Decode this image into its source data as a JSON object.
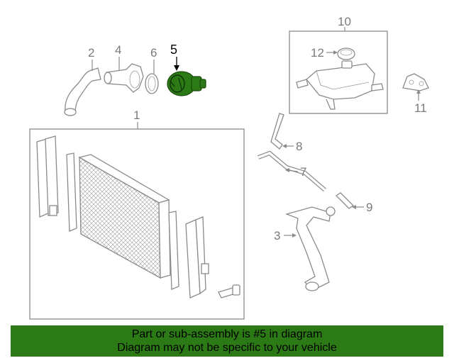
{
  "callouts": {
    "c1": "1",
    "c2": "2",
    "c3": "3",
    "c4": "4",
    "c5": "5",
    "c6": "6",
    "c7": "7",
    "c8": "8",
    "c9": "9",
    "c10": "10",
    "c11": "11",
    "c12": "12"
  },
  "selected_part": "5",
  "colors": {
    "highlight": "#2c7a16",
    "banner_bg": "#2c7a16",
    "line": "#8a8a8a"
  },
  "banner": {
    "line1": "Part or sub-assembly is #5 in diagram",
    "line2": "Diagram may not be specific to your vehicle"
  }
}
